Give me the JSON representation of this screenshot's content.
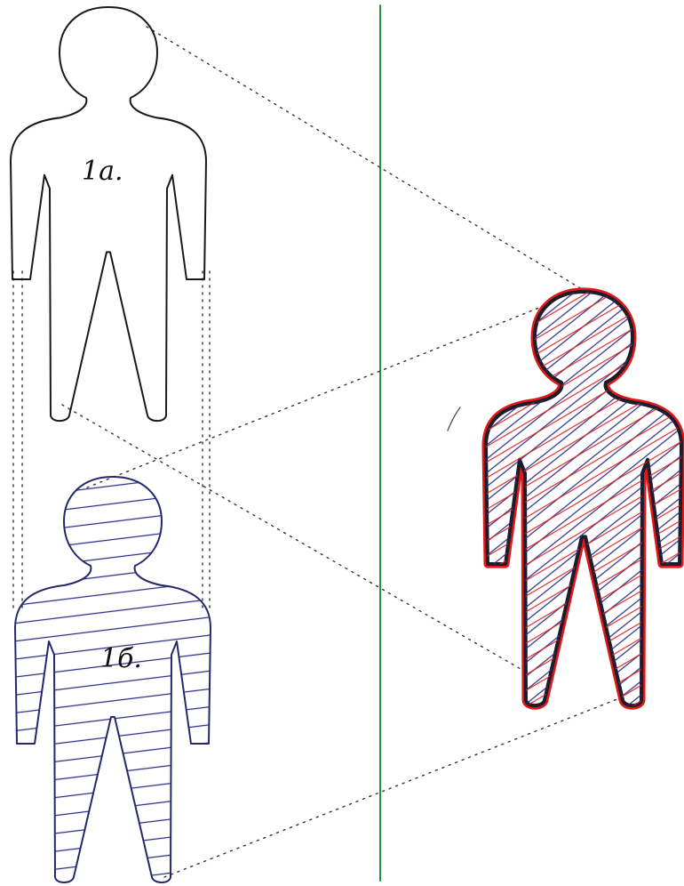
{
  "figures": [
    {
      "label": "1a.",
      "outline_color": "#1a1a1a",
      "fill": "none"
    },
    {
      "label": "1б.",
      "outline_color": "#26286e",
      "fill": "horizontal-hatch",
      "hatch_color": "#2a2c86"
    },
    {
      "label": "",
      "outline_color": "#1c1c2a",
      "halo_color": "#e01818",
      "fill": "diagonal-cross-hatch",
      "hatch_colors": [
        "#2a2c86",
        "#e02020"
      ]
    }
  ],
  "divider": {
    "color": "#1e9a3a"
  },
  "projection_lines": {
    "color": "#333333",
    "style": "dotted"
  }
}
